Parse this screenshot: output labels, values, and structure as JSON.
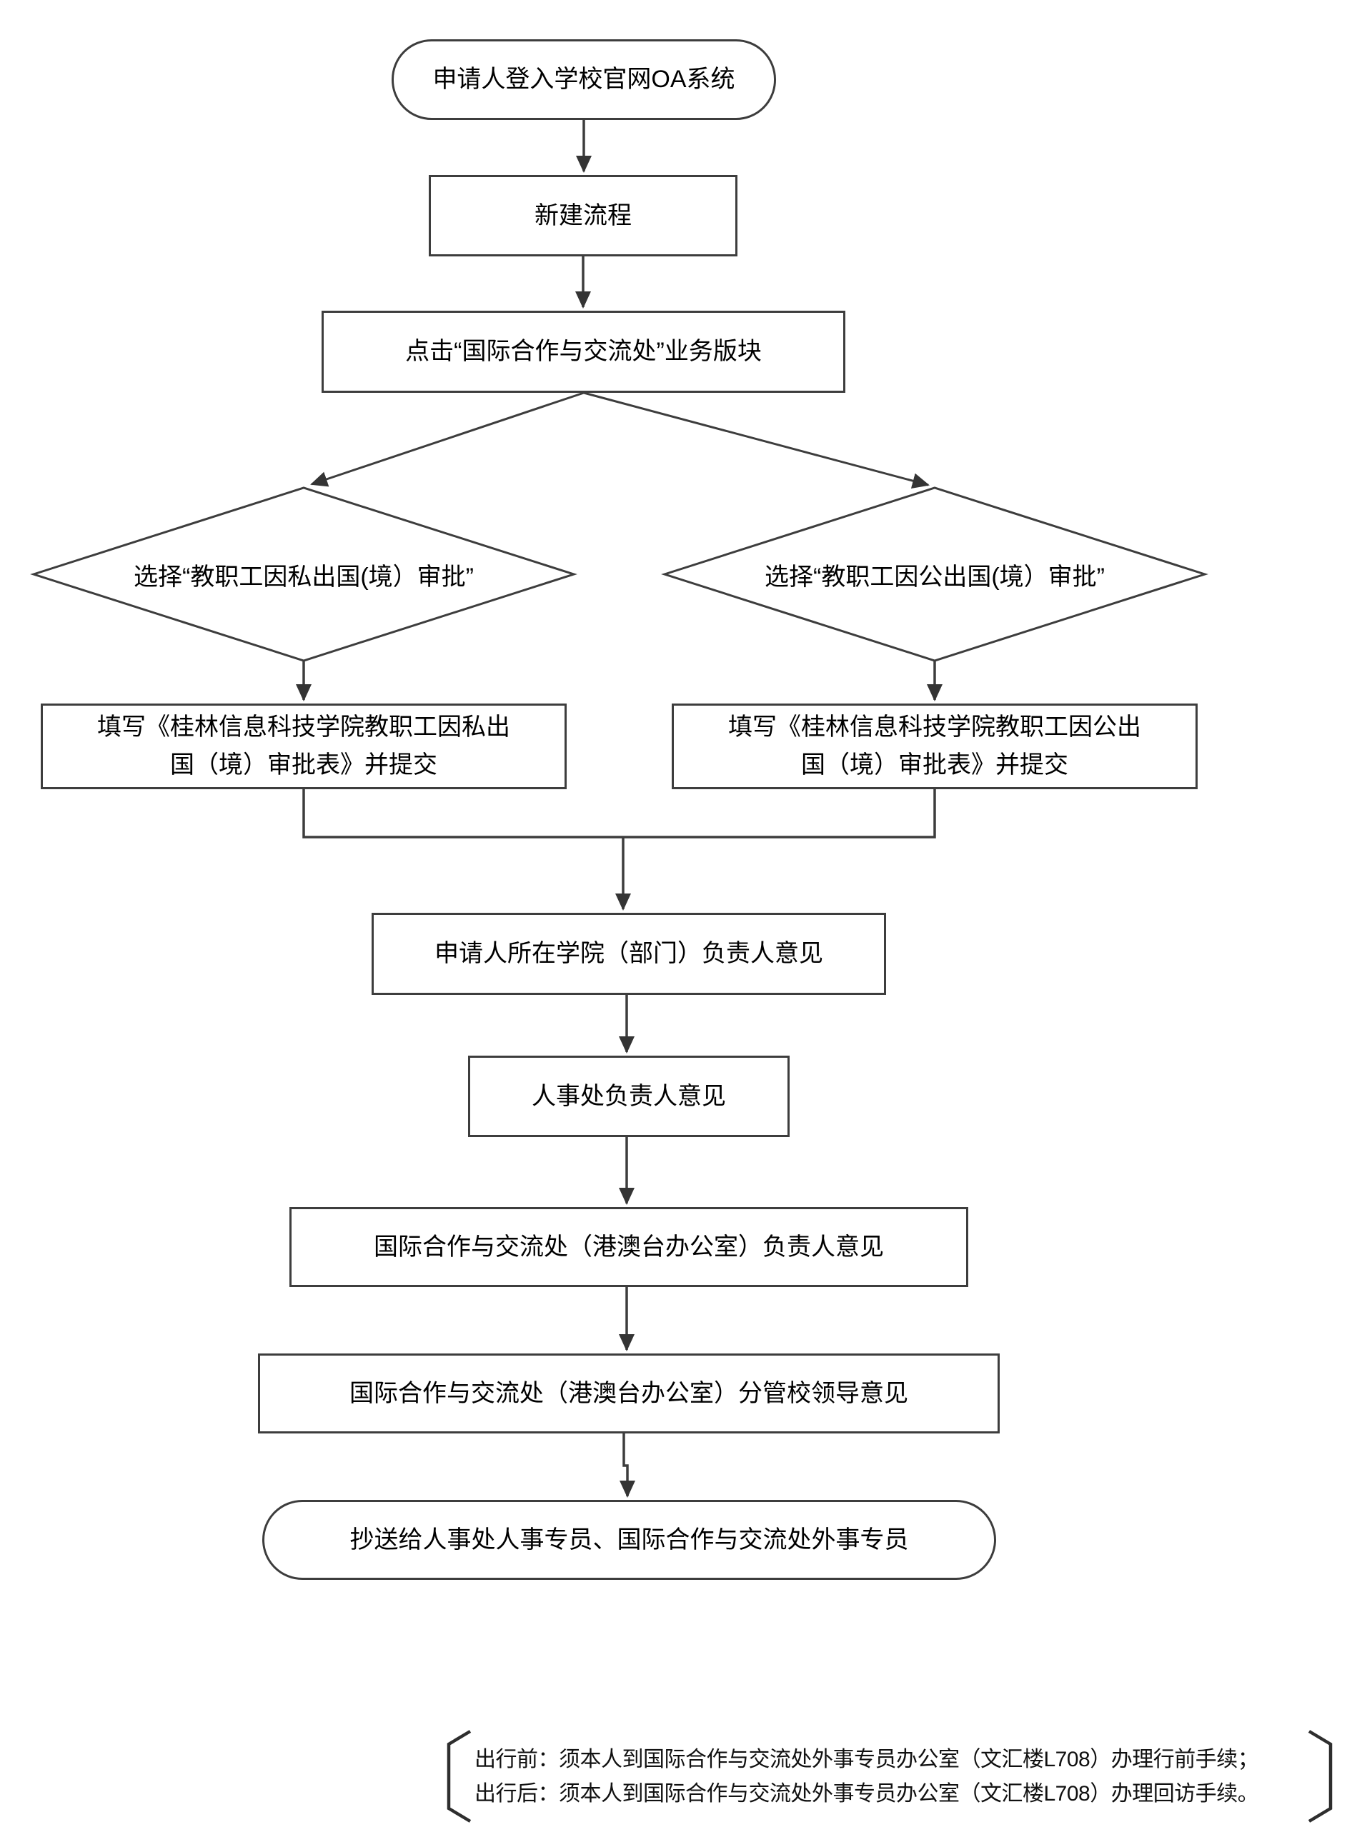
{
  "page": {
    "background": "#ffffff",
    "line_color": "#3d3d3d",
    "text_color": "#000000"
  },
  "nodes": {
    "start": {
      "label": "申请人登入学校官网OA系统"
    },
    "new_process": {
      "label": "新建流程"
    },
    "click_module": {
      "label": "点击“国际合作与交流处”业务版块"
    },
    "choose_private": {
      "label": "选择“教职工因私出国(境）审批”"
    },
    "choose_public": {
      "label": "选择“教职工因公出国(境）审批”"
    },
    "fill_private": {
      "label": "填写《桂林信息科技学院教职工因私出\n国（境）审批表》并提交"
    },
    "fill_public": {
      "label": "填写《桂林信息科技学院教职工因公出\n国（境）审批表》并提交"
    },
    "dept_head": {
      "label": "申请人所在学院（部门）负责人意见"
    },
    "hr_head": {
      "label": "人事处负责人意见"
    },
    "intl_office_head": {
      "label": "国际合作与交流处（港澳台办公室）负责人意见"
    },
    "school_leader": {
      "label": "国际合作与交流处（港澳台办公室）分管校领导意见"
    },
    "copy_to": {
      "label": "抄送给人事处人事专员、国际合作与交流处外事专员"
    }
  },
  "note": {
    "line1": "出行前：须本人到国际合作与交流处外事专员办公室（文汇楼L708）办理行前手续；",
    "line2": "出行后：须本人到国际合作与交流处外事专员办公室（文汇楼L708）办理回访手续。"
  }
}
